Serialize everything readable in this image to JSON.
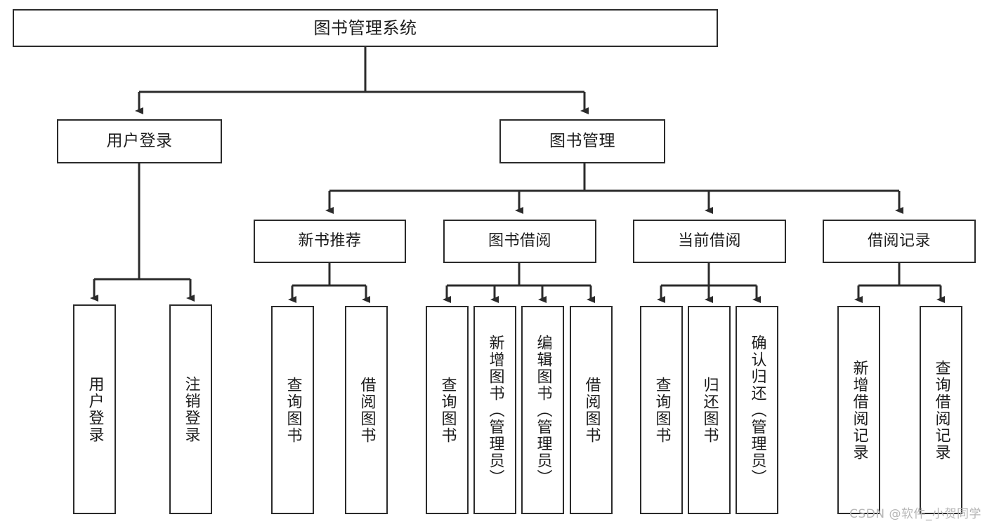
{
  "diagram": {
    "title": "图书管理系统",
    "watermark": "CSDN @软件_小贺同学",
    "line_color": "#2b2b2b",
    "box_fill": "#ffffff",
    "text_color": "#1c1c1c",
    "watermark_color": "#b6b6b6",
    "type": "tree-hierarchy"
  },
  "nodes": {
    "root": {
      "label": "图书管理系统"
    },
    "level2": [
      {
        "label": "用户登录"
      },
      {
        "label": "图书管理"
      }
    ],
    "level3": [
      {
        "label": "新书推荐"
      },
      {
        "label": "图书借阅"
      },
      {
        "label": "当前借阅"
      },
      {
        "label": "借阅记录"
      }
    ],
    "leaves": {
      "user_login": [
        {
          "label": "用户登录"
        },
        {
          "label": "注销登录"
        }
      ],
      "new_book": [
        {
          "label": "查询图书"
        },
        {
          "label": "借阅图书"
        }
      ],
      "book_borrow": [
        {
          "label": "查询图书"
        },
        {
          "label": "新增图书（管理员）"
        },
        {
          "label": "编辑图书（管理员）"
        },
        {
          "label": "借阅图书"
        }
      ],
      "current_borrow": [
        {
          "label": "查询图书"
        },
        {
          "label": "归还图书"
        },
        {
          "label": "确认归还（管理员）"
        }
      ],
      "borrow_record": [
        {
          "label": "新增借阅记录"
        },
        {
          "label": "查询借阅记录"
        }
      ]
    }
  }
}
